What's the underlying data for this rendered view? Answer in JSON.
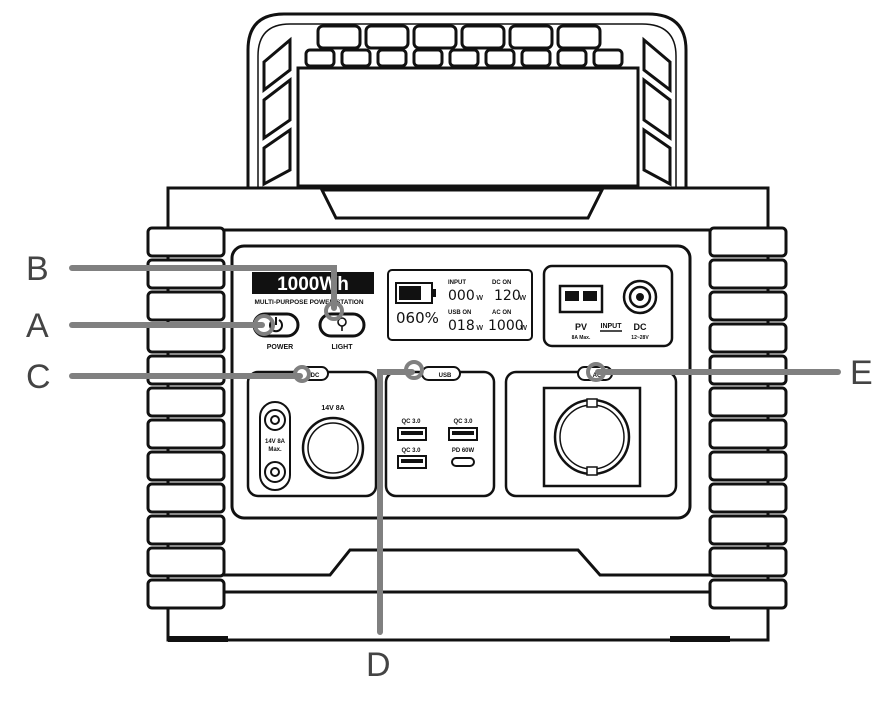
{
  "callouts": {
    "a": "A",
    "b": "B",
    "c": "C",
    "d": "D",
    "e": "E"
  },
  "brand": {
    "logo_text": "1000Wh",
    "subtitle": "MULTI-PURPOSE POWER STATION"
  },
  "buttons": {
    "power_label": "POWER",
    "light_label": "LIGHT"
  },
  "display": {
    "battery_percent": "060%",
    "input_label": "INPUT",
    "input_value": "000",
    "input_unit": "w",
    "dc_on_label": "DC ON",
    "dc_on_value": "120",
    "dc_on_unit": "w",
    "usb_on_label": "USB ON",
    "usb_on_value": "018",
    "usb_on_unit": "w",
    "ac_on_label": "AC ON",
    "ac_on_value": "1000",
    "ac_on_unit": "w"
  },
  "input_panel": {
    "pv_label": "PV",
    "pv_sub": "8A Max.",
    "input_label": "INPUT",
    "dc_label": "DC",
    "dc_sub": "12~28V"
  },
  "dc_panel": {
    "button_label": "DC",
    "dc_socket_label": "14V 8A",
    "dc_socket_sub": "Max.",
    "car_socket_label": "14V 8A"
  },
  "usb_panel": {
    "button_label": "USB",
    "qc1_label": "QC 3.0",
    "qc2_label": "QC 3.0",
    "qc3_label": "QC 3.0",
    "pd_label": "PD 60W"
  },
  "ac_panel": {
    "button_label": "AC"
  }
}
